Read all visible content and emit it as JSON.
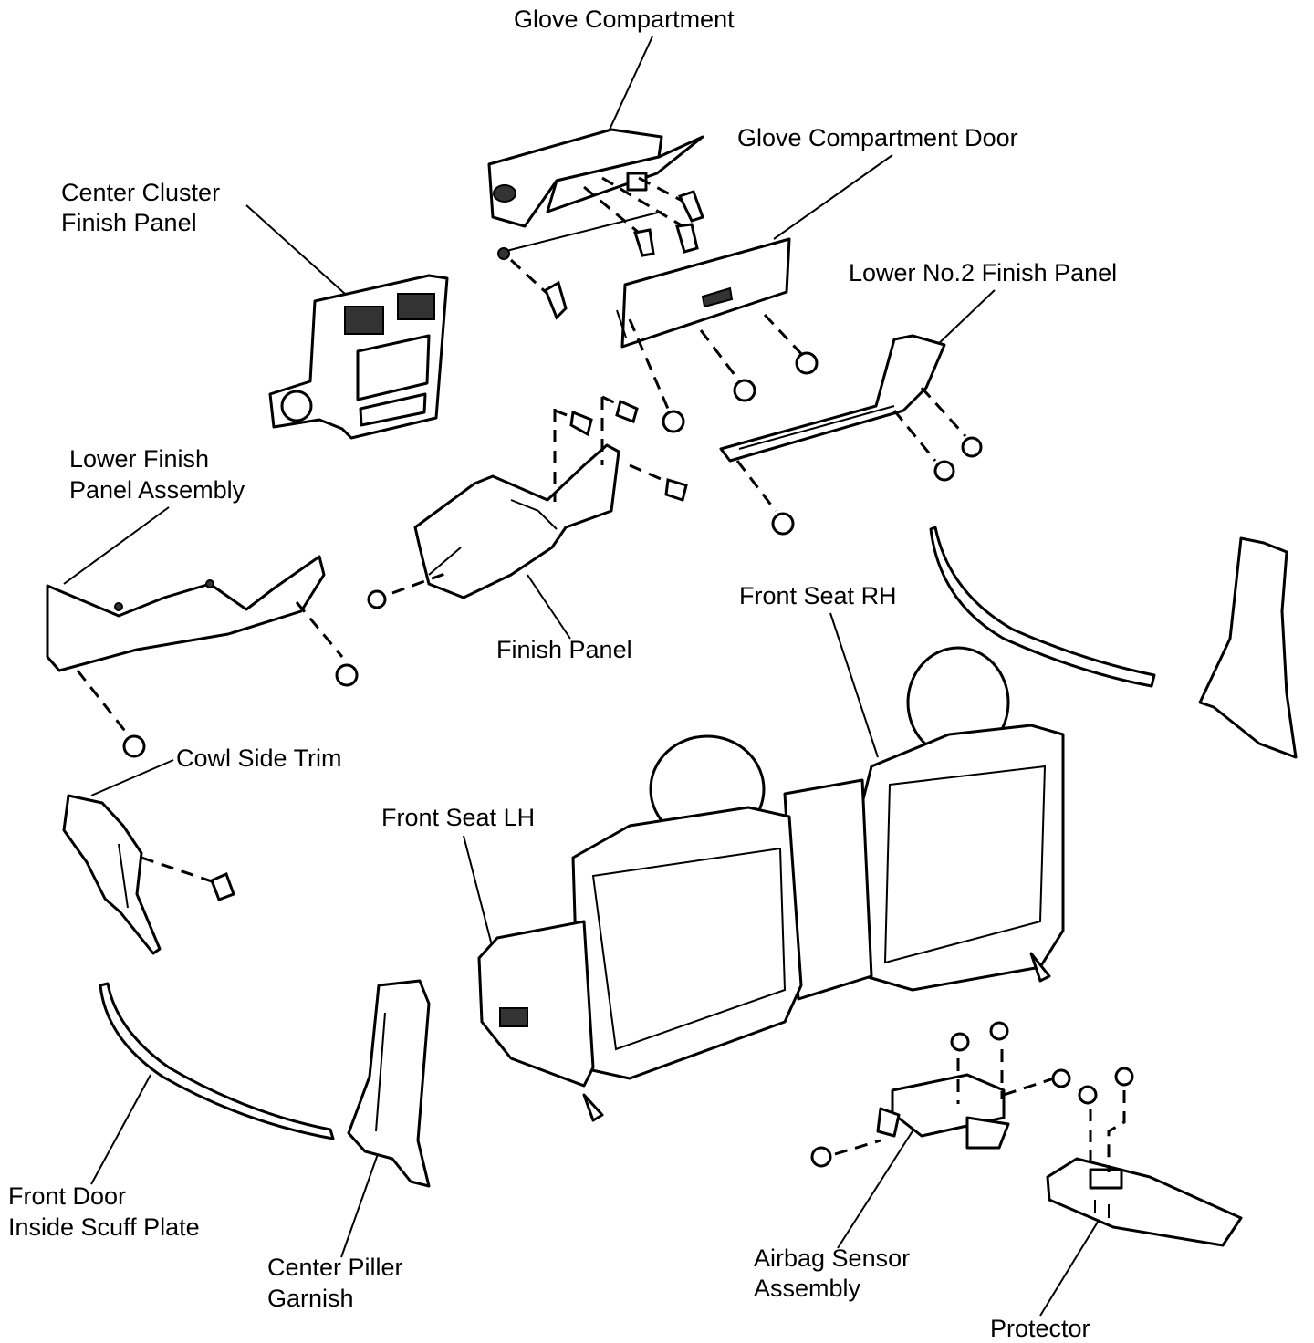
{
  "labels": {
    "glove_compartment": "Glove Compartment",
    "glove_compartment_door": "Glove Compartment Door",
    "center_cluster_line1": "Center Cluster",
    "center_cluster_line2": "Finish Panel",
    "lower_no2": "Lower No.2 Finish Panel",
    "lower_finish_line1": "Lower Finish",
    "lower_finish_line2": "Panel Assembly",
    "finish_panel": "Finish Panel",
    "front_seat_rh": "Front Seat RH",
    "front_seat_lh": "Front Seat LH",
    "cowl_side_trim": "Cowl Side Trim",
    "scuff_line1": "Front Door",
    "scuff_line2": "Inside Scuff Plate",
    "pillar_line1": "Center Piller",
    "pillar_line2": "Garnish",
    "airbag_line1": "Airbag Sensor",
    "airbag_line2": "Assembly",
    "protector": "Protector"
  }
}
